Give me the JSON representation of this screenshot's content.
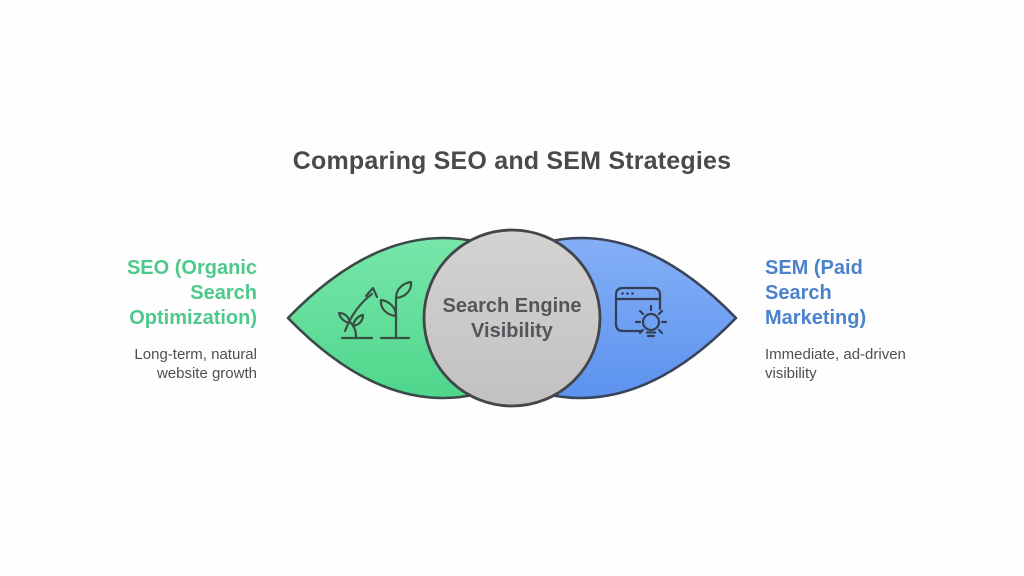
{
  "title": "Comparing SEO and SEM Strategies",
  "diagram": {
    "center": {
      "label": "Search Engine Visibility",
      "fill_top": "#d4d3d2",
      "fill_bottom": "#c2c1c0",
      "outline": "#42464a"
    },
    "seo": {
      "heading": "SEO (Organic Search Optimization)",
      "description": "Long-term, natural website growth",
      "heading_color": "#4ec98d",
      "fill_top": "#77e6aa",
      "fill_bottom": "#4fd78c",
      "outline": "#3c4a47",
      "icon": "plant-growth-icon"
    },
    "sem": {
      "heading": "SEM (Paid Search Marketing)",
      "description": "Immediate, ad-driven visibility",
      "heading_color": "#4b82cc",
      "fill_top": "#84aff6",
      "fill_bottom": "#5c93ef",
      "outline": "#39435a",
      "icon": "browser-idea-icon"
    }
  }
}
